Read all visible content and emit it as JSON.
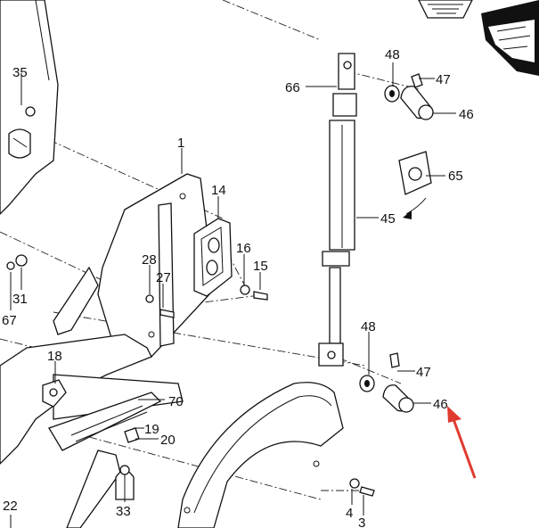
{
  "diagram": {
    "labels": {
      "p1": "1",
      "p3": "3",
      "p4": "4",
      "p14": "14",
      "p15": "15",
      "p16": "16",
      "p18": "18",
      "p19": "19",
      "p20": "20",
      "p22": "22",
      "p27": "27",
      "p28": "28",
      "p31": "31",
      "p33": "33",
      "p35": "35",
      "p45": "45",
      "p46a": "46",
      "p46b": "46",
      "p47a": "47",
      "p47b": "47",
      "p48a": "48",
      "p48b": "48",
      "p65": "65",
      "p66": "66",
      "p67": "67",
      "p70": "70"
    },
    "colors": {
      "ink": "#111111",
      "arrow": "#e03a2f",
      "background": "#ffffff"
    }
  }
}
